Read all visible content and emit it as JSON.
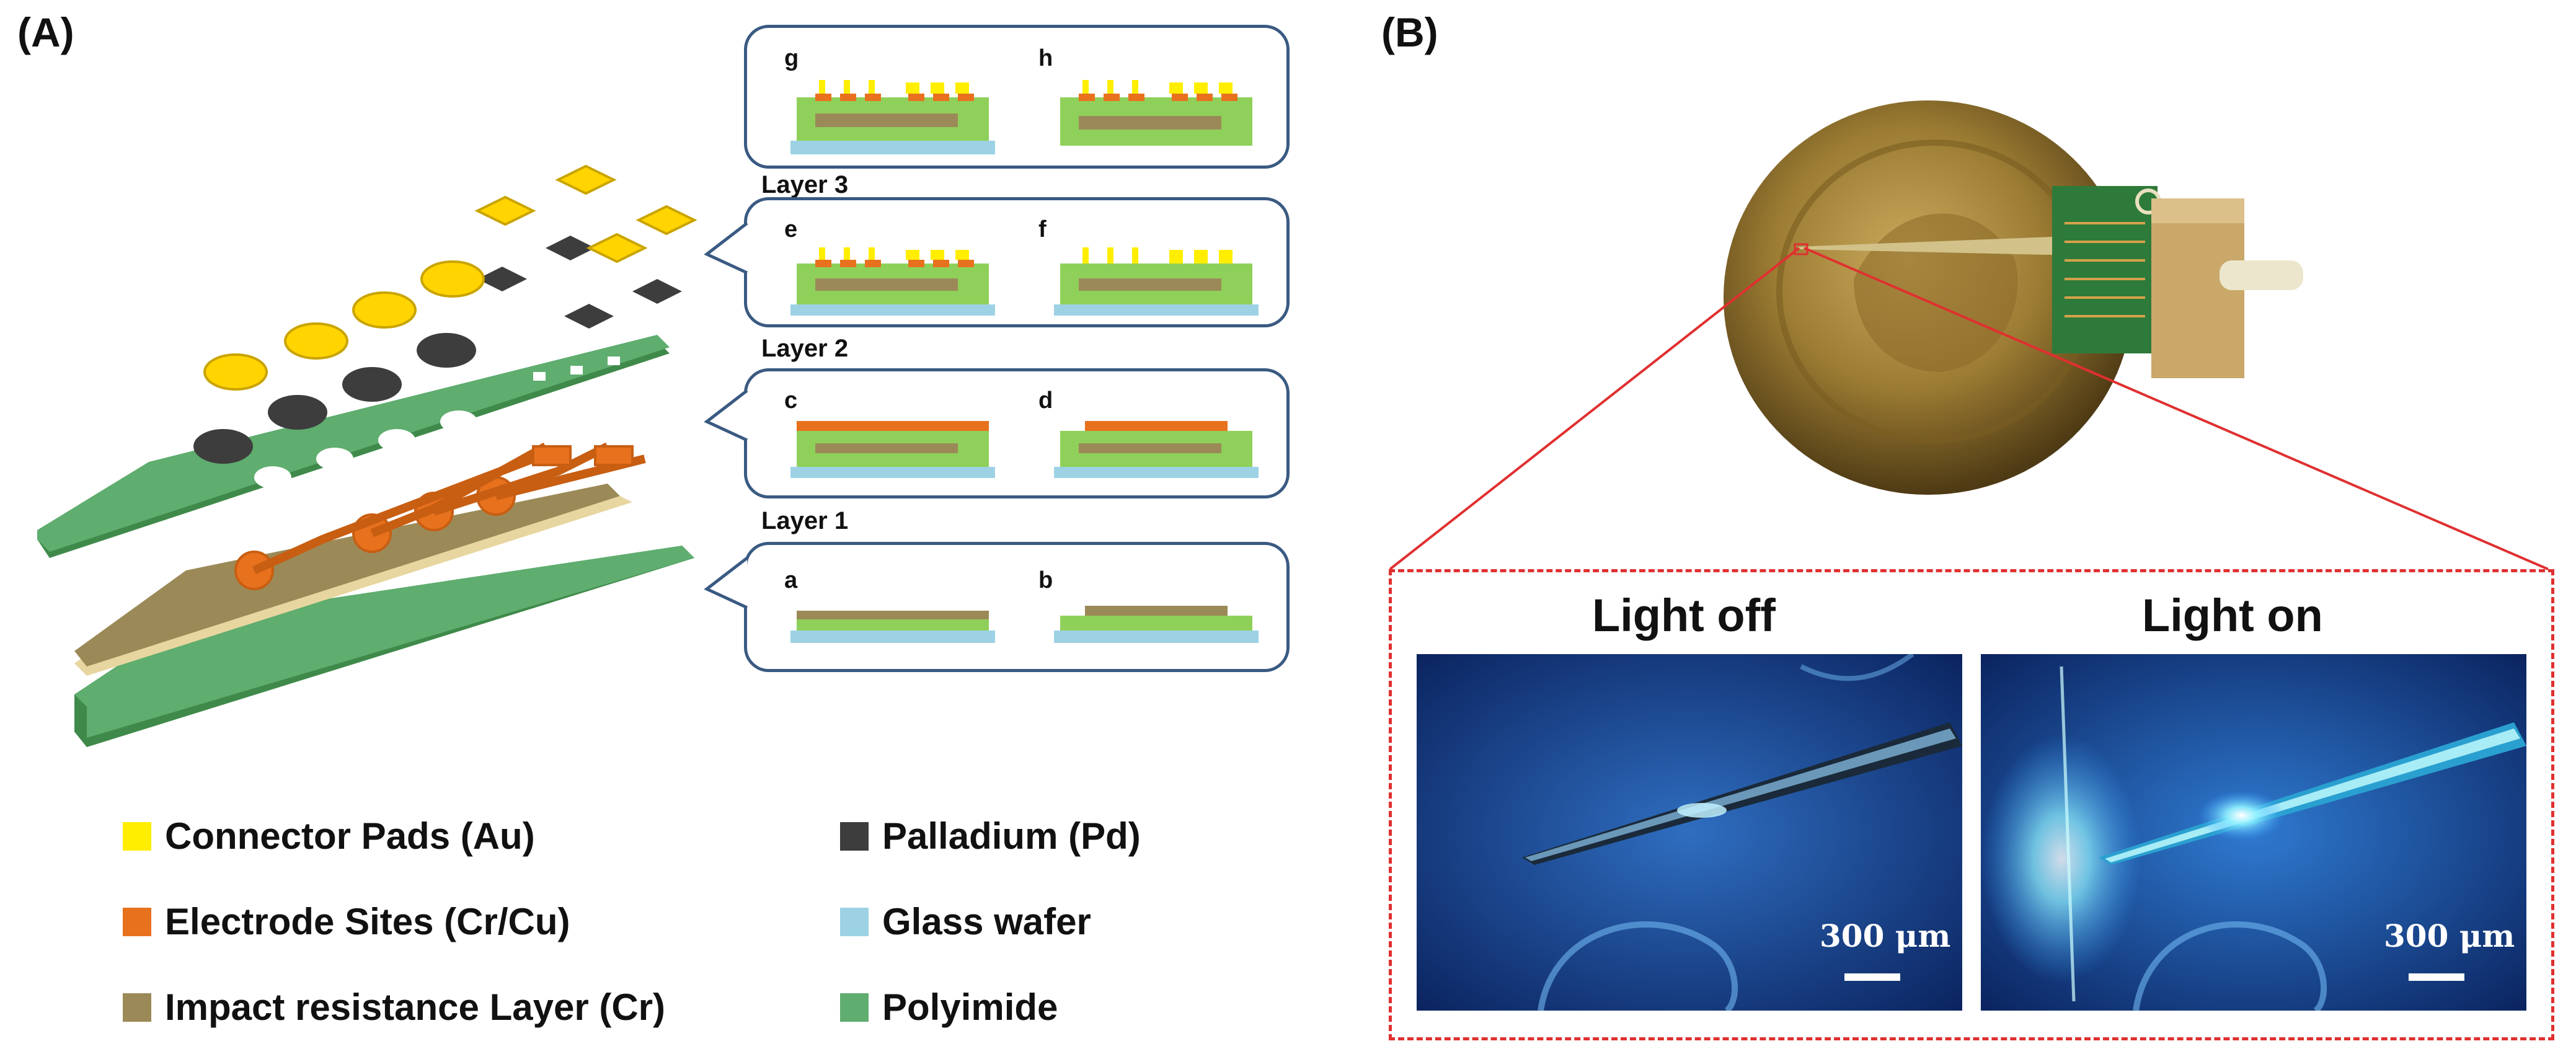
{
  "panels": {
    "a": "(A)",
    "b": "(B)"
  },
  "layers": [
    "Layer 3",
    "Layer 2",
    "Layer 1"
  ],
  "steps": {
    "g": "g",
    "h": "h",
    "e": "e",
    "f": "f",
    "c": "c",
    "d": "d",
    "a": "a",
    "b": "b"
  },
  "legend": [
    {
      "label": "Connector Pads (Au)",
      "color": "#ffee00"
    },
    {
      "label": "Palladium (Pd)",
      "color": "#3d3d3d"
    },
    {
      "label": "Electrode Sites (Cr/Cu)",
      "color": "#e8711e"
    },
    {
      "label": "Glass wafer",
      "color": "#9dd2e4"
    },
    {
      "label": "Impact resistance Layer (Cr)",
      "color": "#9b8a58"
    },
    {
      "label": "Polyimide",
      "color": "#5fad6f"
    }
  ],
  "photos": {
    "light_off": "Light off",
    "light_on": "Light on",
    "scale": "300 μm"
  },
  "colors": {
    "polyimide_layer": "#8fd05a",
    "callout_border": "#3a5a82",
    "zoom_lines": "#e03030"
  }
}
